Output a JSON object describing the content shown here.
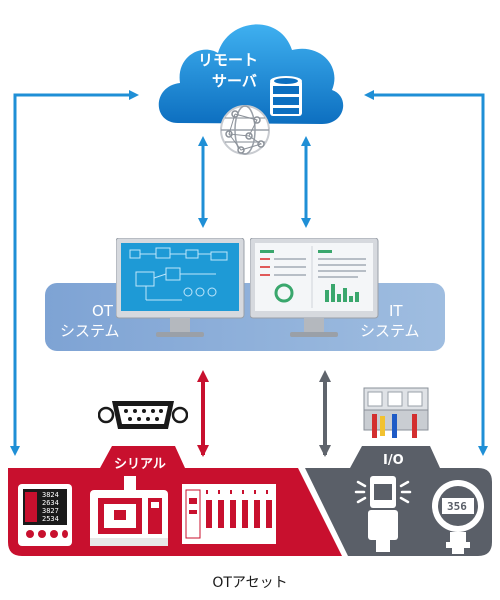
{
  "cloud": {
    "line1": "リモート",
    "line2": "サーバ"
  },
  "systems": {
    "ot_line1": "OT",
    "ot_line2": "システム",
    "it_line1": "IT",
    "it_line2": "システム"
  },
  "assets": {
    "serial_label": "シリアル",
    "io_label": "I/O",
    "caption": "OTアセット",
    "meter_readings": [
      "3824",
      "2634",
      "3827",
      "2534"
    ],
    "gauge_value": "356"
  },
  "colors": {
    "arrow_blue": "#1f8fd6",
    "arrow_red": "#c8102e",
    "arrow_gray": "#5f646c",
    "ot_red": "#c8102e",
    "io_gray": "#5a5f68",
    "system_band": "#8fb0d8",
    "cloud_blue": "#1a86d6"
  },
  "icons": [
    "cloud-icon",
    "database-icon",
    "network-globe-icon",
    "monitor-icon",
    "serial-connector-icon",
    "power-meter-icon",
    "cnc-machine-icon",
    "plc-rack-icon",
    "io-module-icon",
    "sensor-light-icon",
    "pressure-gauge-icon"
  ]
}
